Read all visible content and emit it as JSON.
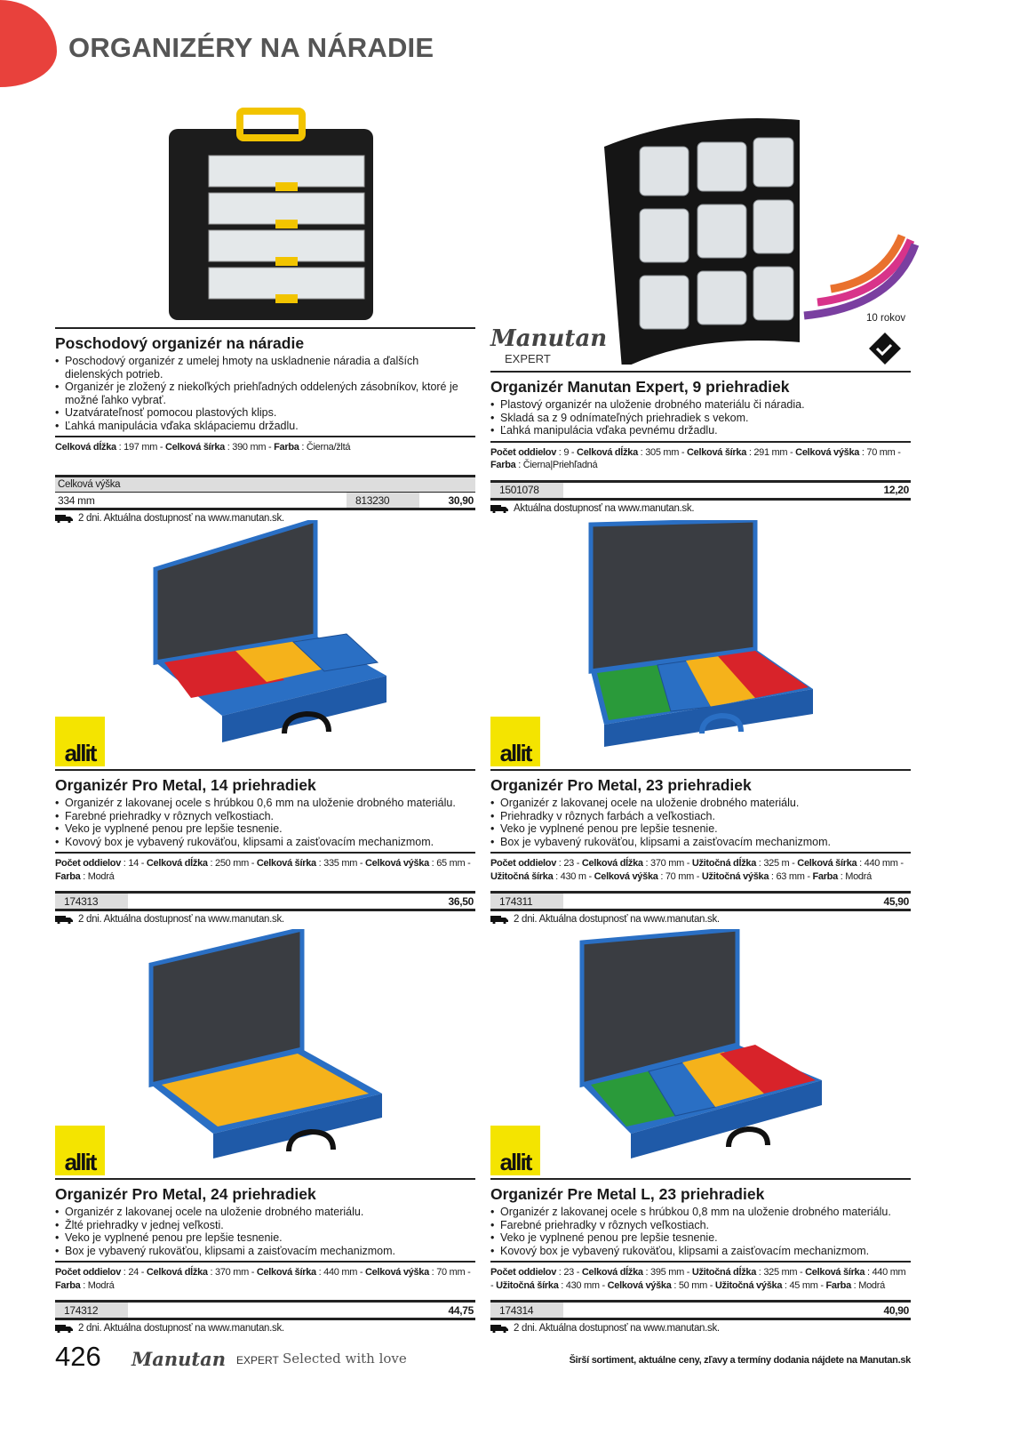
{
  "page_title": "ORGANIZÉRY NA NÁRADIE",
  "products": [
    {
      "title": "Poschodový organizér na náradie",
      "bullets": [
        "Poschodový organizér z umelej hmoty na uskladnenie náradia a ďalších dielenských potrieb.",
        "Organizér je zložený z niekoľkých priehľadných oddelených zásobníkov, ktoré je možné ľahko vybrať.",
        "Uzatvárateľnosť pomocou plastových klips.",
        "Ľahká manipulácia vďaka sklápaciemu držadlu."
      ],
      "specs": [
        {
          "label": "Celková dĺžka",
          "value": "197 mm"
        },
        {
          "label": "Celková šírka",
          "value": "390 mm"
        },
        {
          "label": "Farba",
          "value": "Čierna/žltá"
        }
      ],
      "extra_header": "Celková výška",
      "extra_value": "334 mm",
      "code": "813230",
      "price": "30,90",
      "availability": "2 dni. Aktuálna dostupnosť na www.manutan.sk."
    },
    {
      "title": "Organizér Manutan Expert, 9 priehradiek",
      "bullets": [
        "Plastový organizér na uloženie drobného materiálu či náradia.",
        "Skladá sa z 9 odnímateľných priehradiek s vekom.",
        "Ľahká manipulácia vďaka pevnému držadlu."
      ],
      "specs": [
        {
          "label": "Počet oddielov",
          "value": "9"
        },
        {
          "label": "Celková dĺžka",
          "value": "305 mm"
        },
        {
          "label": "Celková šírka",
          "value": "291 mm"
        },
        {
          "label": "Celková výška",
          "value": "70 mm"
        },
        {
          "label": "Farba",
          "value": "Čierna|Priehľadná"
        }
      ],
      "code": "1501078",
      "price": "12,20",
      "availability": "Aktuálna dostupnosť na www.manutan.sk.",
      "brand": "Manutan",
      "brand_sub": "EXPERT",
      "warranty": "10 rokov"
    },
    {
      "title": "Organizér Pro Metal, 14 priehradiek",
      "bullets": [
        "Organizér z lakovanej ocele s hrúbkou 0,6 mm na uloženie drobného materiálu.",
        "Farebné priehradky v rôznych veľkostiach.",
        "Veko je vyplnené penou pre lepšie tesnenie.",
        "Kovový box je vybavený rukoväťou, klipsami a zaisťovacím mechanizmom."
      ],
      "specs": [
        {
          "label": "Počet oddielov",
          "value": "14"
        },
        {
          "label": "Celková dĺžka",
          "value": "250 mm"
        },
        {
          "label": "Celková šírka",
          "value": "335 mm"
        },
        {
          "label": "Celková výška",
          "value": "65 mm"
        },
        {
          "label": "Farba",
          "value": "Modrá"
        }
      ],
      "code": "174313",
      "price": "36,50",
      "availability": "2 dni. Aktuálna dostupnosť na www.manutan.sk.",
      "brand": "allit"
    },
    {
      "title": "Organizér Pro Metal, 23 priehradiek",
      "bullets": [
        "Organizér z lakovanej ocele na uloženie drobného materiálu.",
        "Priehradky v rôznych farbách a veľkostiach.",
        "Veko je vyplnené penou pre lepšie tesnenie.",
        "Box je vybavený rukoväťou, klipsami a zaisťovacím mechanizmom."
      ],
      "specs": [
        {
          "label": "Počet oddielov",
          "value": "23"
        },
        {
          "label": "Celková dĺžka",
          "value": "370 mm"
        },
        {
          "label": "Užitočná dĺžka",
          "value": "325 m"
        },
        {
          "label": "Celková šírka",
          "value": "440 mm"
        },
        {
          "label": "Užitočná šírka",
          "value": "430 m"
        },
        {
          "label": "Celková výška",
          "value": "70 mm"
        },
        {
          "label": "Užitočná výška",
          "value": "63 mm"
        },
        {
          "label": "Farba",
          "value": "Modrá"
        }
      ],
      "code": "174311",
      "price": "45,90",
      "availability": "2 dni. Aktuálna dostupnosť na www.manutan.sk.",
      "brand": "allit"
    },
    {
      "title": "Organizér Pro Metal, 24 priehradiek",
      "bullets": [
        "Organizér z lakovanej ocele na uloženie drobného materiálu.",
        "Žlté priehradky v jednej veľkosti.",
        "Veko je vyplnené penou pre lepšie tesnenie.",
        "Box je vybavený rukoväťou, klipsami a zaisťovacím mechanizmom."
      ],
      "specs": [
        {
          "label": "Počet oddielov",
          "value": "24"
        },
        {
          "label": "Celková dĺžka",
          "value": "370 mm"
        },
        {
          "label": "Celková šírka",
          "value": "440 mm"
        },
        {
          "label": "Celková výška",
          "value": "70 mm"
        },
        {
          "label": "Farba",
          "value": "Modrá"
        }
      ],
      "code": "174312",
      "price": "44,75",
      "availability": "2 dni. Aktuálna dostupnosť na www.manutan.sk.",
      "brand": "allit"
    },
    {
      "title": "Organizér Pre Metal L, 23 priehradiek",
      "bullets": [
        "Organizér z lakovanej ocele s hrúbkou 0,8 mm na uloženie drobného materiálu.",
        "Farebné priehradky v rôznych veľkostiach.",
        "Veko je vyplnené penou pre lepšie tesnenie.",
        "Kovový box je vybavený rukoväťou, klipsami a zaisťovacím mechanizmom."
      ],
      "specs": [
        {
          "label": "Počet oddielov",
          "value": "23"
        },
        {
          "label": "Celková dĺžka",
          "value": "395 mm"
        },
        {
          "label": "Užitočná dĺžka",
          "value": "325 mm"
        },
        {
          "label": "Celková šírka",
          "value": "440 mm"
        },
        {
          "label": "Užitočná šírka",
          "value": "430 mm"
        },
        {
          "label": "Celková výška",
          "value": "50 mm"
        },
        {
          "label": "Užitočná výška",
          "value": "45 mm"
        },
        {
          "label": "Farba",
          "value": "Modrá"
        }
      ],
      "code": "174314",
      "price": "40,90",
      "availability": "2 dni. Aktuálna dostupnosť na www.manutan.sk.",
      "brand": "allit"
    }
  ],
  "footer": {
    "page_number": "426",
    "brand": "Manutan",
    "brand_sub": "EXPERT",
    "tagline": "Selected with love",
    "note": "Širší sortiment, aktuálne ceny, zľavy a termíny dodania nájdete na ",
    "note_link": "Manutan.sk"
  },
  "colors": {
    "accent": "#e8413c",
    "case_blue": "#2a6fc4",
    "yellow": "#f4e400"
  }
}
